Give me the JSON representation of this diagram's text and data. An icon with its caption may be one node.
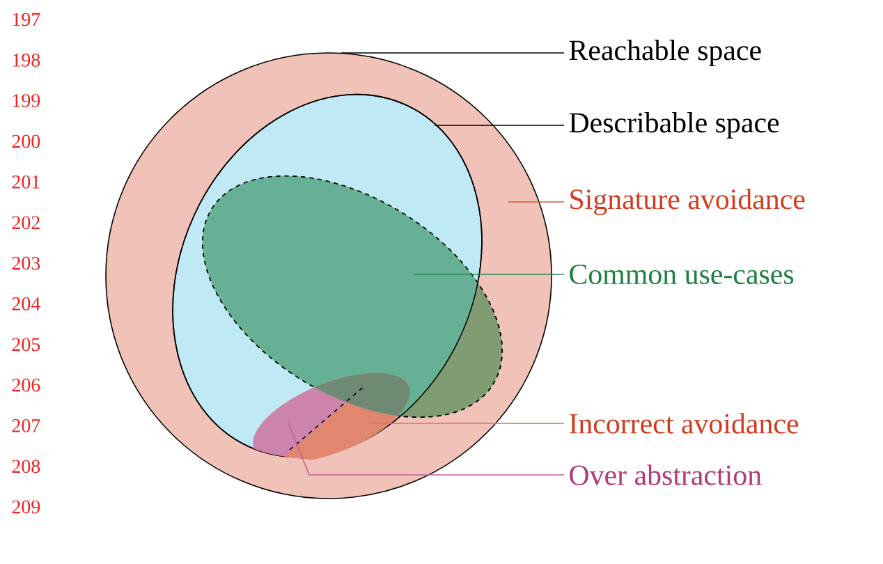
{
  "diagram": {
    "nodes": [
      {
        "text": [],
        "shape": "circle"
      },
      {
        "text": [],
        "shape": "ellipse",
        "in": 0
      },
      {
        "text": [],
        "shape": "ellipse",
        "in": 0
      },
      {
        "text": [],
        "shape": "ellipse",
        "in": 0
      },
      {
        "text": [],
        "shape": "wedge",
        "in": 0
      },
      {
        "text": [
          "Reachable space"
        ]
      },
      {
        "text": [
          "Describable space"
        ]
      },
      {
        "text": [
          "Signature avoidance"
        ]
      },
      {
        "text": [
          "Common use-cases"
        ]
      },
      {
        "text": [
          "Incorrect avoidance"
        ]
      },
      {
        "text": [
          "Over abstraction"
        ]
      }
    ],
    "edges": [
      {
        "from": 5,
        "to": 0,
        "arrow": "none"
      },
      {
        "from": 6,
        "to": 1,
        "arrow": "none"
      },
      {
        "from": 7,
        "to": 0,
        "arrow": "none",
        "color": "#d9553a"
      },
      {
        "from": 8,
        "to": 2,
        "arrow": "none",
        "color": "#2e8b57"
      },
      {
        "from": 9,
        "to": 4,
        "arrow": "none",
        "color": "#e0705a"
      },
      {
        "from": 10,
        "to": 3,
        "arrow": "none",
        "color": "#c0609a"
      }
    ],
    "labels": [
      "197",
      "198",
      "199",
      "200",
      "201",
      "202",
      "203",
      "204",
      "205",
      "206",
      "207",
      "208",
      "209"
    ]
  }
}
